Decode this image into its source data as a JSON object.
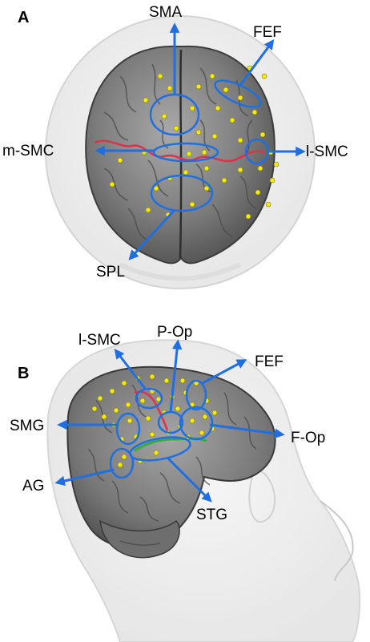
{
  "panels": {
    "a": {
      "letter": "A",
      "labels": {
        "sma": "SMA",
        "fef": "FEF",
        "m_smc": "m-SMC",
        "l_smc": "l-SMC",
        "spl": "SPL"
      }
    },
    "b": {
      "letter": "B",
      "labels": {
        "l_smc": "l-SMC",
        "p_op": "P-Op",
        "fef": "FEF",
        "smg": "SMG",
        "f_op": "F-Op",
        "ag": "AG",
        "stg": "STG"
      }
    }
  },
  "colors": {
    "arrow": "#1f6fe0",
    "electrode": "#f2e81c",
    "central_sulcus": "#e0304a",
    "sylvian_fissure": "#33aa44",
    "brain": "#7a7a7a",
    "head_outline": "#cfcfcf"
  }
}
